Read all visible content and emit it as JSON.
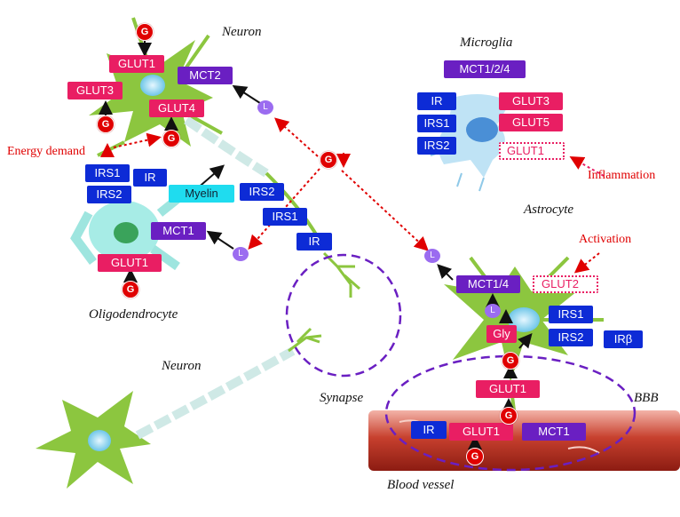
{
  "labels": {
    "neuron_top": "Neuron",
    "microglia": "Microglia",
    "oligodendrocyte": "Oligodendrocyte",
    "astrocyte": "Astrocyte",
    "neuron_bottom": "Neuron",
    "synapse": "Synapse",
    "bbb": "BBB",
    "blood_vessel": "Blood vessel"
  },
  "annotations": {
    "energy_demand": "Energy demand",
    "inflammation": "Inflammation",
    "activation": "Activation"
  },
  "symbols": {
    "glucose": "G",
    "lactate": "L"
  },
  "neuron": {
    "glut1": "GLUT1",
    "glut3": "GLUT3",
    "glut4": "GLUT4",
    "mct2": "MCT2",
    "irs2": "IRS2",
    "irs1": "IRS1",
    "ir": "IR"
  },
  "microglia_boxes": {
    "mct": "MCT1/2/4",
    "ir": "IR",
    "irs1": "IRS1",
    "irs2": "IRS2",
    "glut3": "GLUT3",
    "glut5": "GLUT5",
    "glut1": "GLUT1"
  },
  "oligo": {
    "irs1": "IRS1",
    "irs2": "IRS2",
    "ir": "IR",
    "myelin": "Myelin",
    "mct1": "MCT1",
    "glut1": "GLUT1"
  },
  "astro": {
    "mct": "MCT1/4",
    "glut2": "GLUT2",
    "gly": "Gly",
    "irs1": "IRS1",
    "irs2": "IRS2",
    "irb": "IRβ",
    "glut1": "GLUT1"
  },
  "vessel": {
    "ir": "IR",
    "glut1": "GLUT1",
    "mct1": "MCT1"
  },
  "colors": {
    "glut": "#e91e63",
    "irs": "#0d2bd6",
    "mct": "#6a1fc2",
    "myelin": "#1fdcef",
    "glucose": "#e00000",
    "lactate": "#9b6cf0",
    "cell": "#8cc63f",
    "synapse_outline": "#6a1fc2"
  }
}
